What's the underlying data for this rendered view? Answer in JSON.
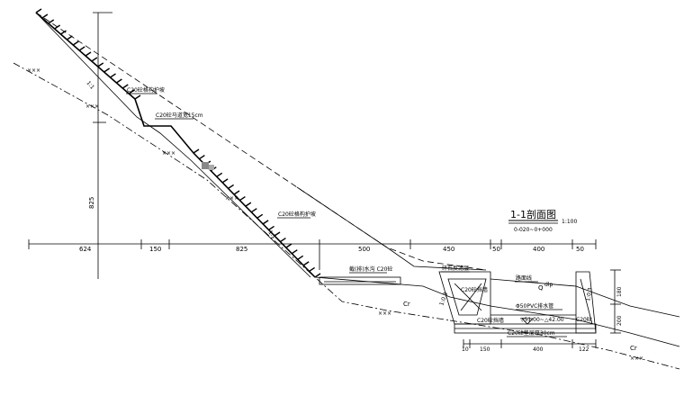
{
  "section": {
    "title": "1-1剖面图",
    "scale": "1:100",
    "station": "0-020~0+000"
  },
  "dimensions": {
    "top_row": [
      "624",
      "150",
      "825",
      "500",
      "450",
      "50",
      "400",
      "50"
    ],
    "vertical_left": "825",
    "vertical_right_upper": "180",
    "vertical_right_lower": "200",
    "bottom_row": [
      "10",
      "150",
      "400",
      "122"
    ]
  },
  "labels": {
    "slope_upper": "C20砼格构护坡",
    "bench": "C20砼马道宽15cm",
    "slope_lower": "C20砼格构护坡",
    "drain_channel": "截(排)水沟 C20砼",
    "wall_fill": "碎石反滤层",
    "wall_top": "C20砼挡墙",
    "pipe": "Φ50PVC排水管",
    "water_level": "▽51.00~△42.00",
    "base_slab": "C20砼垫层厚30cm",
    "wall_left": "C20砼挡墙",
    "wall_right": "C20砼",
    "road": "路面线",
    "soil_upper": "Q",
    "soil_upper_sup": "dlp",
    "rock_mid": "Cr",
    "rock_right": "Cr",
    "slope_ratio_1": "1:1",
    "slope_ratio_2": "1:1",
    "wall_ratio_1": "1:0.3",
    "wall_ratio_2": "1:0.3",
    "weathered_marks": "×××"
  }
}
